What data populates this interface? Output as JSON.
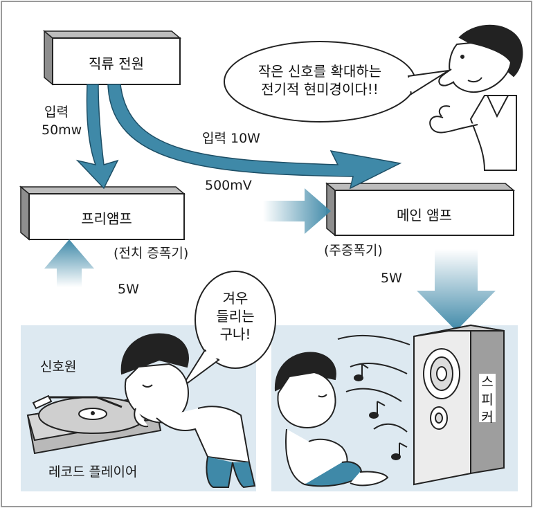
{
  "colors": {
    "arrow_blue": "#3f89a8",
    "arrow_light": "#a9d3e4",
    "box_side": "#9a9a9a",
    "scene_bg": "#dde9f1",
    "frame": "#9a9a9a"
  },
  "boxes": {
    "dc_power": "직류 전원",
    "preamp": "프리앰프",
    "main_amp": "메인 앰프"
  },
  "labels": {
    "input_50mw_line1": "입력",
    "input_50mw_line2": "50mw",
    "input_10w": "입력 10W",
    "signal_500mv": "500mV",
    "preamp_note": "(전치 증폭기)",
    "main_amp_note": "(주증폭기)",
    "out_5w_left": "5W",
    "out_5w_right": "5W",
    "signal_source": "신호원",
    "record_player": "레코드 플레이어",
    "speaker_line1": "스",
    "speaker_line2": "피",
    "speaker_line3": "커"
  },
  "bubbles": {
    "explain_line1": "작은 신호를 확대하는",
    "explain_line2": "전기적 현미경이다!!",
    "faint_line1": "겨우",
    "faint_line2": "들리는",
    "faint_line3": "구나!"
  },
  "icons": [
    "turntable-icon",
    "speaker-icon",
    "music-note-icon",
    "person-icon"
  ]
}
